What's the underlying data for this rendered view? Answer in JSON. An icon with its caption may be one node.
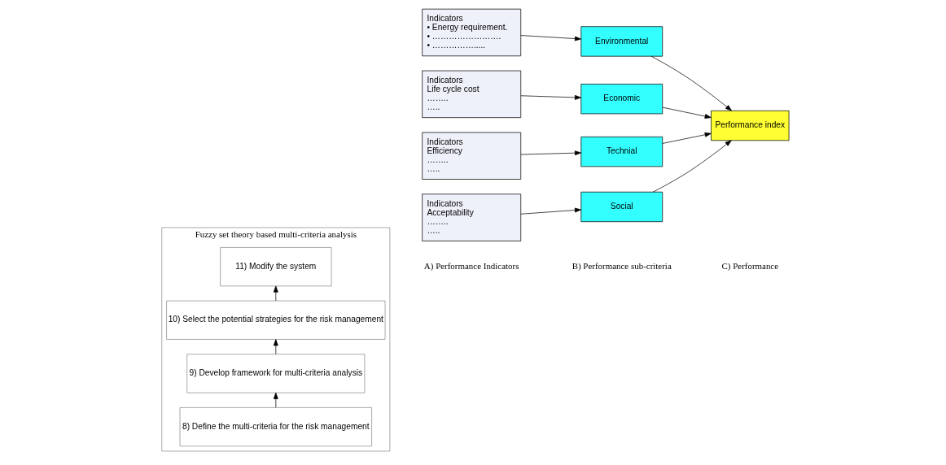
{
  "diagram": {
    "nodes": [
      {
        "text": [
          "Fuzzy set theory based multi-criteria analysis"
        ]
      },
      {
        "text": [
          "8) Define the multi-criteria for the risk management"
        ],
        "in": 0
      },
      {
        "text": [
          "9) Develop framework for multi-criteria analysis"
        ],
        "in": 0
      },
      {
        "text": [
          "10) Select the potential strategies for the risk management"
        ],
        "in": 0
      },
      {
        "text": [
          "11) Modify the system"
        ],
        "in": 0
      },
      {
        "text": [
          "Indicators",
          "• Energy requirement.",
          "• …………………….",
          "• ……………....."
        ]
      },
      {
        "text": [
          "Indicators",
          "Life cycle cost",
          "……..",
          "….."
        ]
      },
      {
        "text": [
          "Indicators",
          "Efficiency",
          "……..",
          "….."
        ]
      },
      {
        "text": [
          "Indicators",
          "Acceptability",
          "……..",
          "….."
        ]
      },
      {
        "text": [
          "Environmental"
        ]
      },
      {
        "text": [
          "Economic"
        ]
      },
      {
        "text": [
          "Technial"
        ]
      },
      {
        "text": [
          "Social"
        ]
      },
      {
        "text": [
          "Performance index"
        ]
      }
    ],
    "edges": [
      {
        "from": 1,
        "to": 2,
        "arrow": "to"
      },
      {
        "from": 2,
        "to": 3,
        "arrow": "to"
      },
      {
        "from": 3,
        "to": 4,
        "arrow": "to"
      },
      {
        "from": 5,
        "to": 9,
        "arrow": "to"
      },
      {
        "from": 6,
        "to": 10,
        "arrow": "to"
      },
      {
        "from": 7,
        "to": 11,
        "arrow": "to"
      },
      {
        "from": 8,
        "to": 12,
        "arrow": "to"
      },
      {
        "from": 9,
        "to": 13,
        "arrow": "to"
      },
      {
        "from": 10,
        "to": 13,
        "arrow": "to"
      },
      {
        "from": 11,
        "to": 13,
        "arrow": "to"
      },
      {
        "from": 12,
        "to": 13,
        "arrow": "to"
      }
    ],
    "labels": [
      "A) Performance Indicators",
      "B) Performance sub-criteria",
      "C) Performance"
    ]
  }
}
